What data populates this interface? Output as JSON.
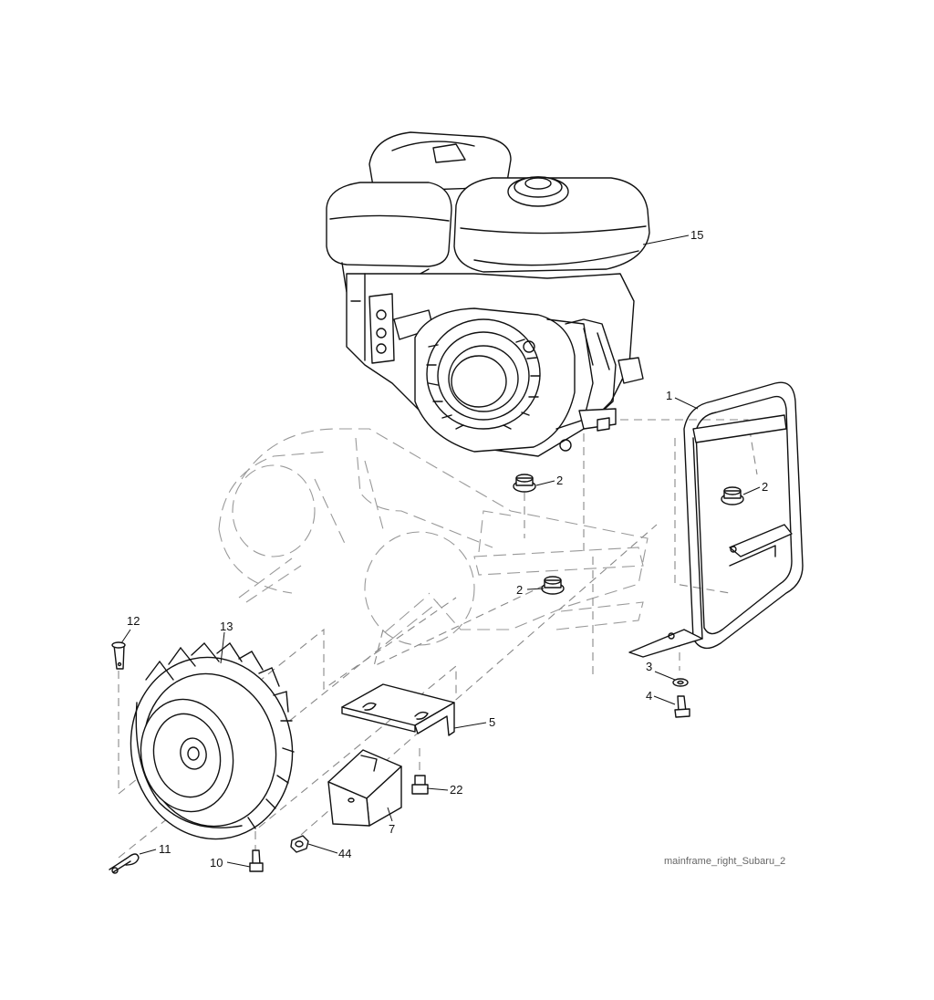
{
  "callouts": [
    {
      "id": "c15",
      "label": "15"
    },
    {
      "id": "c1",
      "label": "1"
    },
    {
      "id": "c2a",
      "label": "2"
    },
    {
      "id": "c2b",
      "label": "2"
    },
    {
      "id": "c2c",
      "label": "2"
    },
    {
      "id": "c3",
      "label": "3"
    },
    {
      "id": "c4",
      "label": "4"
    },
    {
      "id": "c12",
      "label": "12"
    },
    {
      "id": "c13",
      "label": "13"
    },
    {
      "id": "c5",
      "label": "5"
    },
    {
      "id": "c22",
      "label": "22"
    },
    {
      "id": "c7",
      "label": "7"
    },
    {
      "id": "c11",
      "label": "11"
    },
    {
      "id": "c10",
      "label": "10"
    },
    {
      "id": "c44",
      "label": "44"
    }
  ],
  "caption": "mainframe_right_Subaru_2"
}
